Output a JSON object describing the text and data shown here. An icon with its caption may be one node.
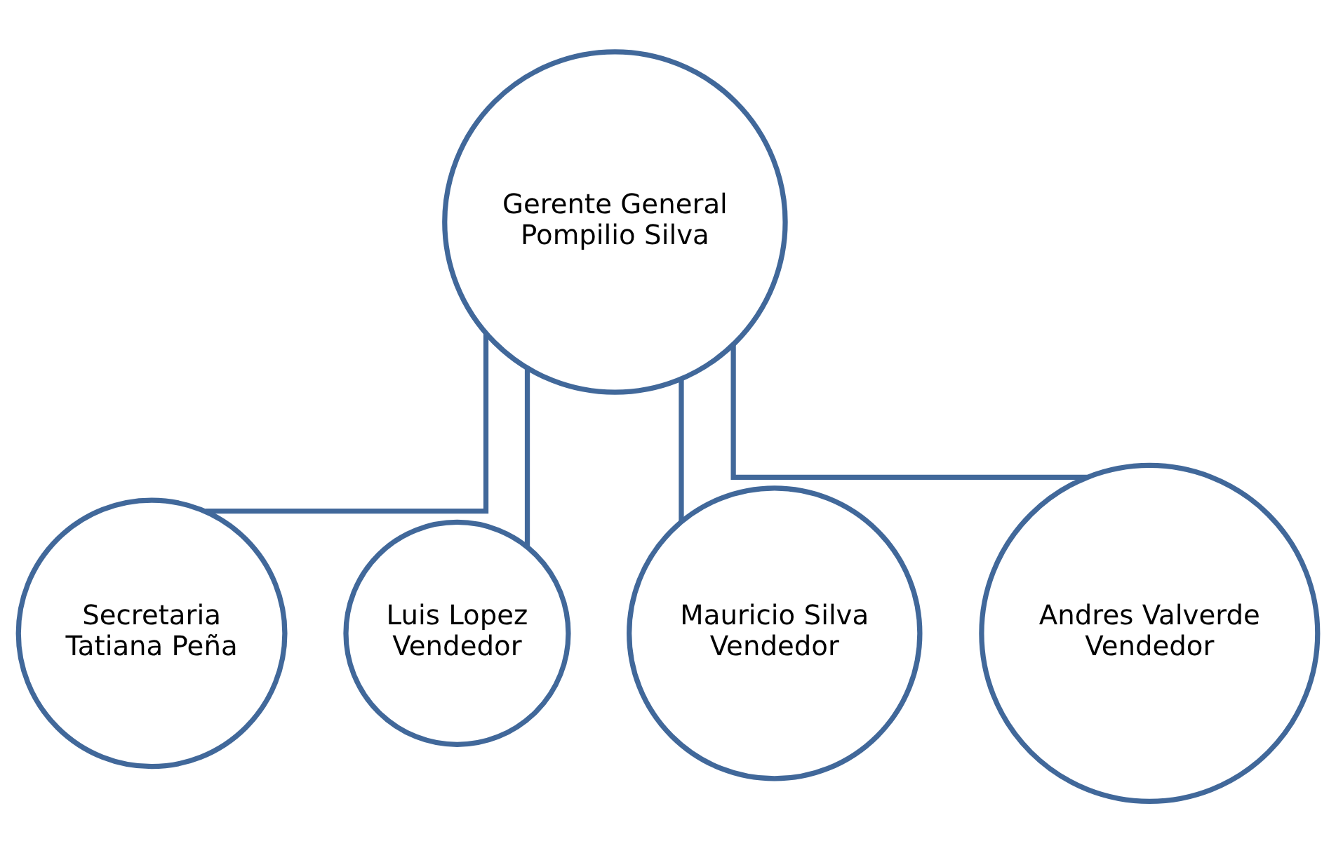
{
  "diagram": {
    "nodes": [
      {
        "text": [
          "Gerente General",
          "Pompilio Silva"
        ]
      },
      {
        "text": [
          "Secretaria",
          "Tatiana Peña"
        ]
      },
      {
        "text": [
          "Luis Lopez",
          "Vendedor"
        ]
      },
      {
        "text": [
          "Mauricio Silva",
          "Vendedor"
        ]
      },
      {
        "text": [
          "Andres Valverde",
          "Vendedor"
        ]
      }
    ],
    "edges": [
      {
        "from": 0,
        "to": 1,
        "arrow": "none"
      },
      {
        "from": 0,
        "to": 2,
        "arrow": "none"
      },
      {
        "from": 0,
        "to": 3,
        "arrow": "none"
      },
      {
        "from": 0,
        "to": 4,
        "arrow": "none"
      }
    ]
  }
}
